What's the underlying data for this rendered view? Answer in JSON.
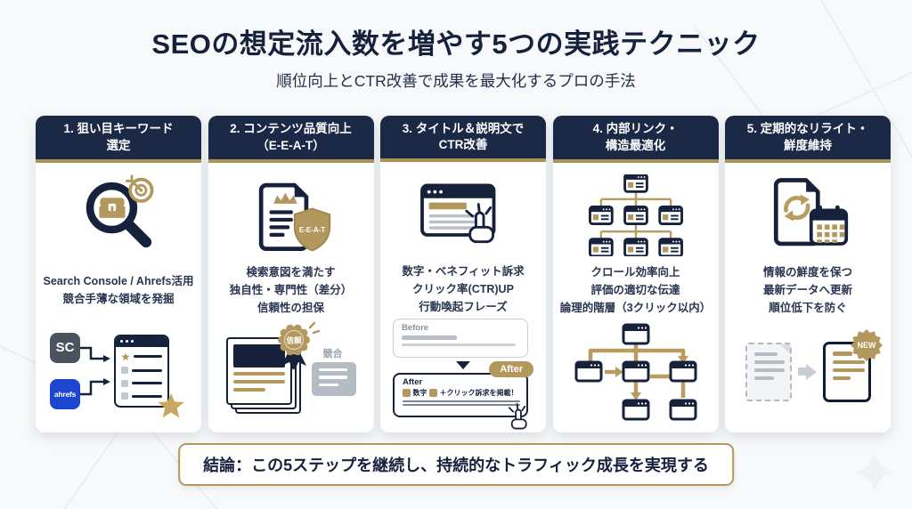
{
  "header": {
    "title": "SEOの想定流入数を増やす5つの実践テクニック",
    "subtitle": "順位向上とCTR改善で成果を最大化するプロの手法"
  },
  "cards": [
    {
      "title1": "1. 狙い目キーワード",
      "title2": "選定",
      "desc": [
        "Search Console / Ahrefs活用",
        "競合手薄な領域を発掘"
      ],
      "sc_label": "SC",
      "ahrefs_label": "ahrefs"
    },
    {
      "title1": "2. コンテンツ品質向上",
      "title2": "（E-E-A-T）",
      "eeat_label": "E-E-A-T",
      "desc": [
        "検索意図を満たす",
        "独自性・専門性（差分）",
        "信頼性の担保"
      ],
      "badge_label": "信頼",
      "competitor_label": "競合"
    },
    {
      "title1": "3. タイトル＆説明文で",
      "title2": "CTR改善",
      "desc": [
        "数字・ベネフィット訴求",
        "クリック率(CTR)UP",
        "行動喚起フレーズ"
      ],
      "before_label": "Before",
      "after_label": "After",
      "after_pill": "After",
      "after_tag": "数字",
      "after_text": "＋クリック訴求を掲載！"
    },
    {
      "title1": "4. 内部リンク・",
      "title2": "構造最適化",
      "desc": [
        "クロール効率向上",
        "評価の適切な伝達",
        "論理的階層（3クリック以内）"
      ]
    },
    {
      "title1": "5. 定期的なリライト・",
      "title2": "鮮度維持",
      "desc": [
        "情報の鮮度を保つ",
        "最新データへ更新",
        "順位低下を防ぐ"
      ],
      "new_label": "NEW"
    }
  ],
  "conclusion": "結論：この5ステップを継続し、持続的なトラフィック成長を実現する",
  "colors": {
    "navy": "#1b2946",
    "gold": "#b3985e",
    "text": "#16213c",
    "sc_bg": "#4b545e",
    "ahrefs_bg": "#1c46cf"
  }
}
